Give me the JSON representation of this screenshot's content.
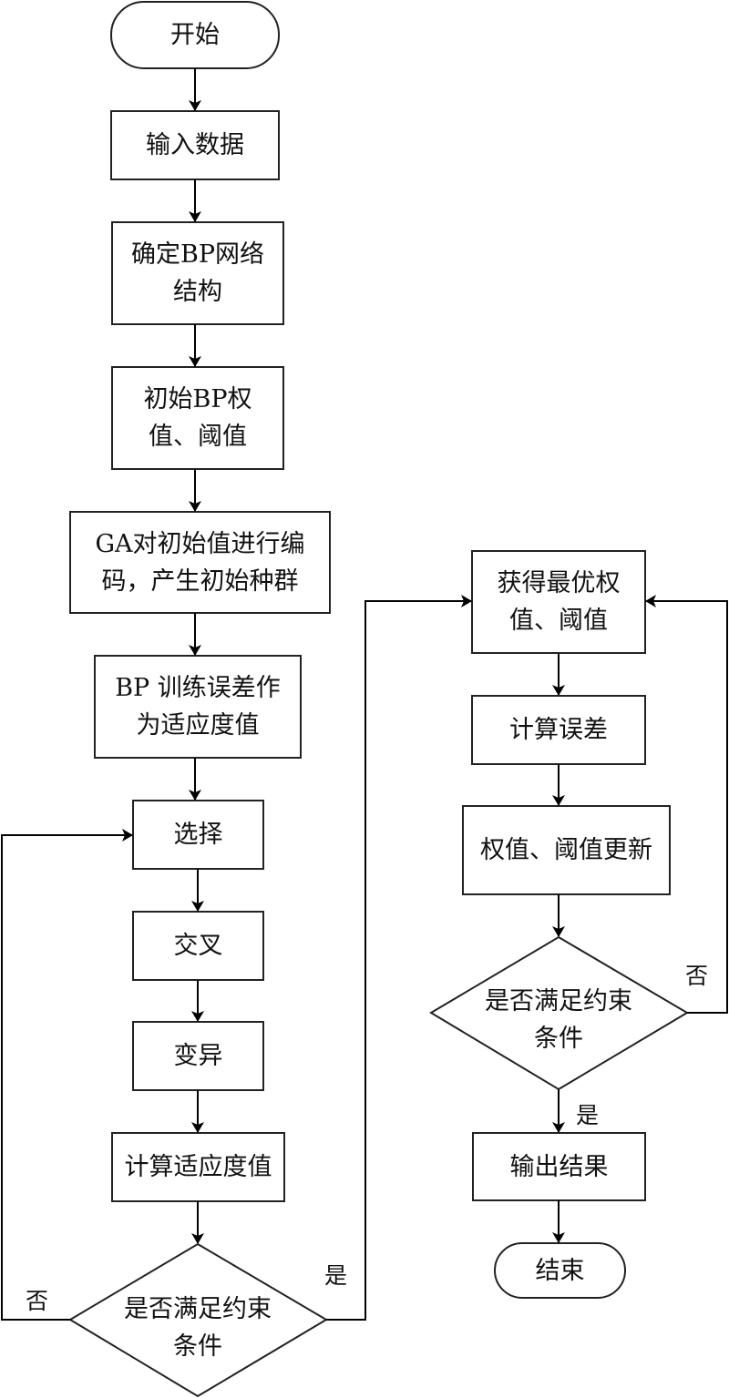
{
  "title": "GA-BP neural network flowchart",
  "nodes": {
    "start": "开始",
    "input_data": "输入数据",
    "define_bp_structure": "确定BP网络\n结构",
    "init_bp_weights": "初始BP权\n值、阈值",
    "ga_encode": "GA对初始值进行编\n码，产生初始种群",
    "bp_fitness": "BP 训练误差作\n为适应度值",
    "selection": "选择",
    "crossover": "交叉",
    "mutation": "变异",
    "compute_fitness": "计算适应度值",
    "ga_condition": "是否满足约束\n条件",
    "get_optimal_weights": "获得最优权\n值、阈值",
    "compute_error": "计算误差",
    "update_weights": "权值、阈值更新",
    "bp_condition": "是否满足约束\n条件",
    "output_result": "输出结果",
    "end": "结束"
  },
  "edge_labels": {
    "ga_no": "否",
    "ga_yes": "是",
    "bp_no": "否",
    "bp_yes": "是"
  },
  "edges": [
    {
      "from": "start",
      "to": "input_data"
    },
    {
      "from": "input_data",
      "to": "define_bp_structure"
    },
    {
      "from": "define_bp_structure",
      "to": "init_bp_weights"
    },
    {
      "from": "init_bp_weights",
      "to": "ga_encode"
    },
    {
      "from": "ga_encode",
      "to": "bp_fitness"
    },
    {
      "from": "bp_fitness",
      "to": "selection"
    },
    {
      "from": "selection",
      "to": "crossover"
    },
    {
      "from": "crossover",
      "to": "mutation"
    },
    {
      "from": "mutation",
      "to": "compute_fitness"
    },
    {
      "from": "compute_fitness",
      "to": "ga_condition"
    },
    {
      "from": "ga_condition",
      "to": "selection",
      "label": "否"
    },
    {
      "from": "ga_condition",
      "to": "get_optimal_weights",
      "label": "是"
    },
    {
      "from": "get_optimal_weights",
      "to": "compute_error"
    },
    {
      "from": "compute_error",
      "to": "update_weights"
    },
    {
      "from": "update_weights",
      "to": "bp_condition"
    },
    {
      "from": "bp_condition",
      "to": "get_optimal_weights",
      "label": "否"
    },
    {
      "from": "bp_condition",
      "to": "output_result",
      "label": "是"
    },
    {
      "from": "output_result",
      "to": "end"
    }
  ]
}
